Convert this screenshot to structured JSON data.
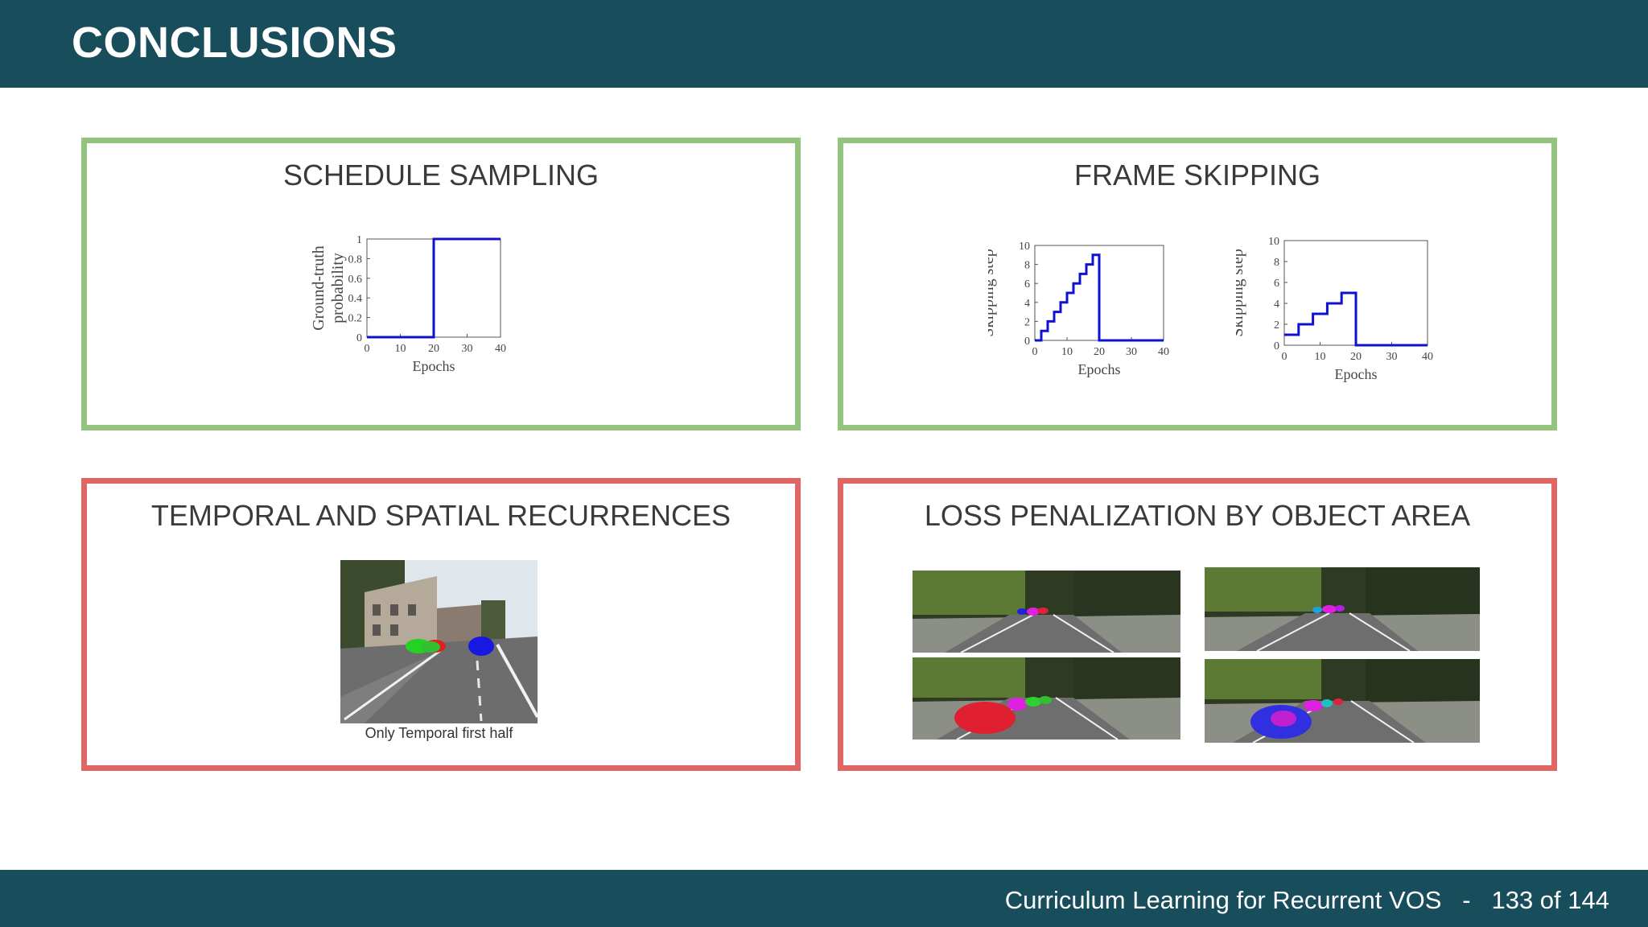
{
  "header": {
    "title": "CONCLUSIONS"
  },
  "footer": {
    "text": "Curriculum Learning for Recurrent VOS",
    "separator": "-",
    "page": "133 of 144"
  },
  "panels": {
    "schedule_sampling": {
      "title": "SCHEDULE SAMPLING",
      "border_color": "#93c47d"
    },
    "frame_skipping": {
      "title": "FRAME SKIPPING",
      "border_color": "#93c47d"
    },
    "temporal_spatial": {
      "title": "TEMPORAL AND SPATIAL RECURRENCES",
      "border_color": "#e06666",
      "caption": "Only Temporal first half"
    },
    "loss_penalization": {
      "title": "LOSS PENALIZATION BY OBJECT AREA",
      "border_color": "#e06666"
    }
  },
  "chart_data": [
    {
      "type": "line",
      "xlabel": "Epochs",
      "ylabel": "Ground-truth probability",
      "xlim": [
        0,
        40
      ],
      "ylim": [
        0,
        1
      ],
      "xticks": [
        "0",
        "10",
        "20",
        "30",
        "40"
      ],
      "yticks": [
        "0",
        "0.2",
        "0.4",
        "0.6",
        "0.8",
        "1"
      ],
      "series": [
        {
          "x": [
            0,
            20,
            20,
            40
          ],
          "values": [
            0,
            0,
            1,
            1
          ],
          "color": "#1010d0"
        }
      ]
    },
    {
      "type": "line",
      "xlabel": "Epochs",
      "ylabel": "Skipping step",
      "xlim": [
        0,
        40
      ],
      "ylim": [
        0,
        10
      ],
      "xticks": [
        "0",
        "10",
        "20",
        "30",
        "40"
      ],
      "yticks": [
        "0",
        "2",
        "4",
        "6",
        "8",
        "10"
      ],
      "series": [
        {
          "x": [
            0,
            2,
            2,
            4,
            4,
            6,
            6,
            8,
            8,
            10,
            10,
            12,
            12,
            14,
            14,
            16,
            16,
            18,
            18,
            20,
            20,
            40
          ],
          "values": [
            0,
            0,
            1,
            1,
            2,
            2,
            3,
            3,
            4,
            4,
            5,
            5,
            6,
            6,
            7,
            7,
            8,
            8,
            9,
            9,
            0,
            0
          ],
          "color": "#1010d0"
        }
      ]
    },
    {
      "type": "line",
      "xlabel": "Epochs",
      "ylabel": "Skipping step",
      "xlim": [
        0,
        40
      ],
      "ylim": [
        0,
        10
      ],
      "xticks": [
        "0",
        "10",
        "20",
        "30",
        "40"
      ],
      "yticks": [
        "0",
        "2",
        "4",
        "6",
        "8",
        "10"
      ],
      "series": [
        {
          "x": [
            0,
            4,
            4,
            8,
            8,
            12,
            12,
            16,
            16,
            20,
            20,
            40
          ],
          "values": [
            1,
            1,
            2,
            2,
            3,
            3,
            4,
            4,
            5,
            5,
            0,
            0
          ],
          "color": "#1010d0"
        }
      ]
    }
  ]
}
